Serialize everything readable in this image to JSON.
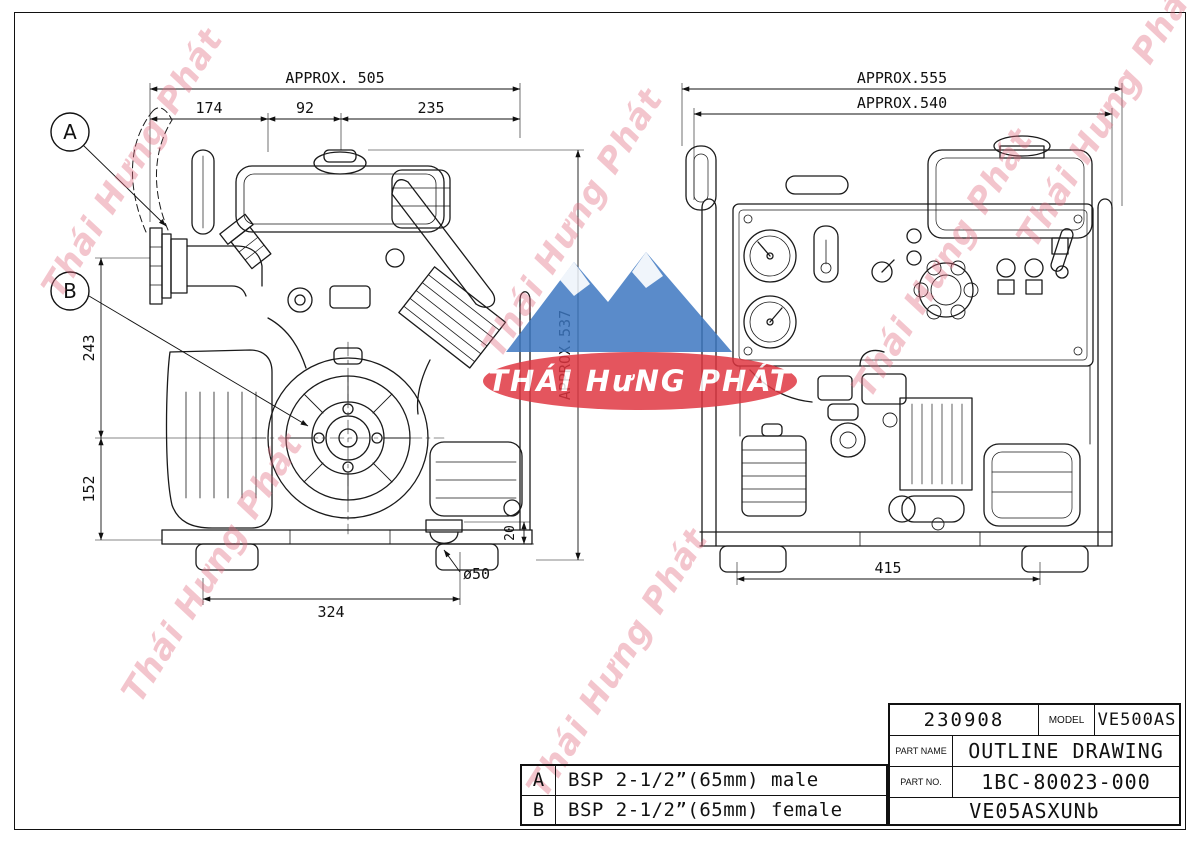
{
  "views": {
    "front": {
      "dimensions": {
        "overall_width": "APPROX. 505",
        "seg_left": "174",
        "seg_mid": "92",
        "seg_right": "235",
        "height_upper": "243",
        "height_lower": "152",
        "overall_height": "APPROX.537",
        "base_width": "324",
        "offset_small": "20",
        "port_dia": "ø50"
      },
      "balloons": {
        "a": "A",
        "b": "B"
      }
    },
    "side": {
      "dimensions": {
        "overall_width": "APPROX.555",
        "inner_width": "APPROX.540",
        "base_width": "415"
      }
    }
  },
  "legend": {
    "rows": [
      {
        "key": "A",
        "desc": "BSP 2-1/2”(65mm) male"
      },
      {
        "key": "B",
        "desc": "BSP 2-1/2”(65mm) female"
      }
    ]
  },
  "title_block": {
    "date_code": "230908",
    "model_label": "MODEL",
    "model_value": "VE500AS",
    "part_name_label": "PART NAME",
    "part_name_value": "OUTLINE DRAWING",
    "part_no_label": "PART NO.",
    "part_no_value": "1BC-80023-000",
    "drawing_code": "VE05ASXUNb"
  },
  "watermark": {
    "diagonal_text": "Thái Hưng Phát",
    "logo_text": "THÁI HưNG PHÁT",
    "text_color": "#e2697e",
    "logo_red": "#df3540",
    "logo_blue": "#3b76c0"
  }
}
